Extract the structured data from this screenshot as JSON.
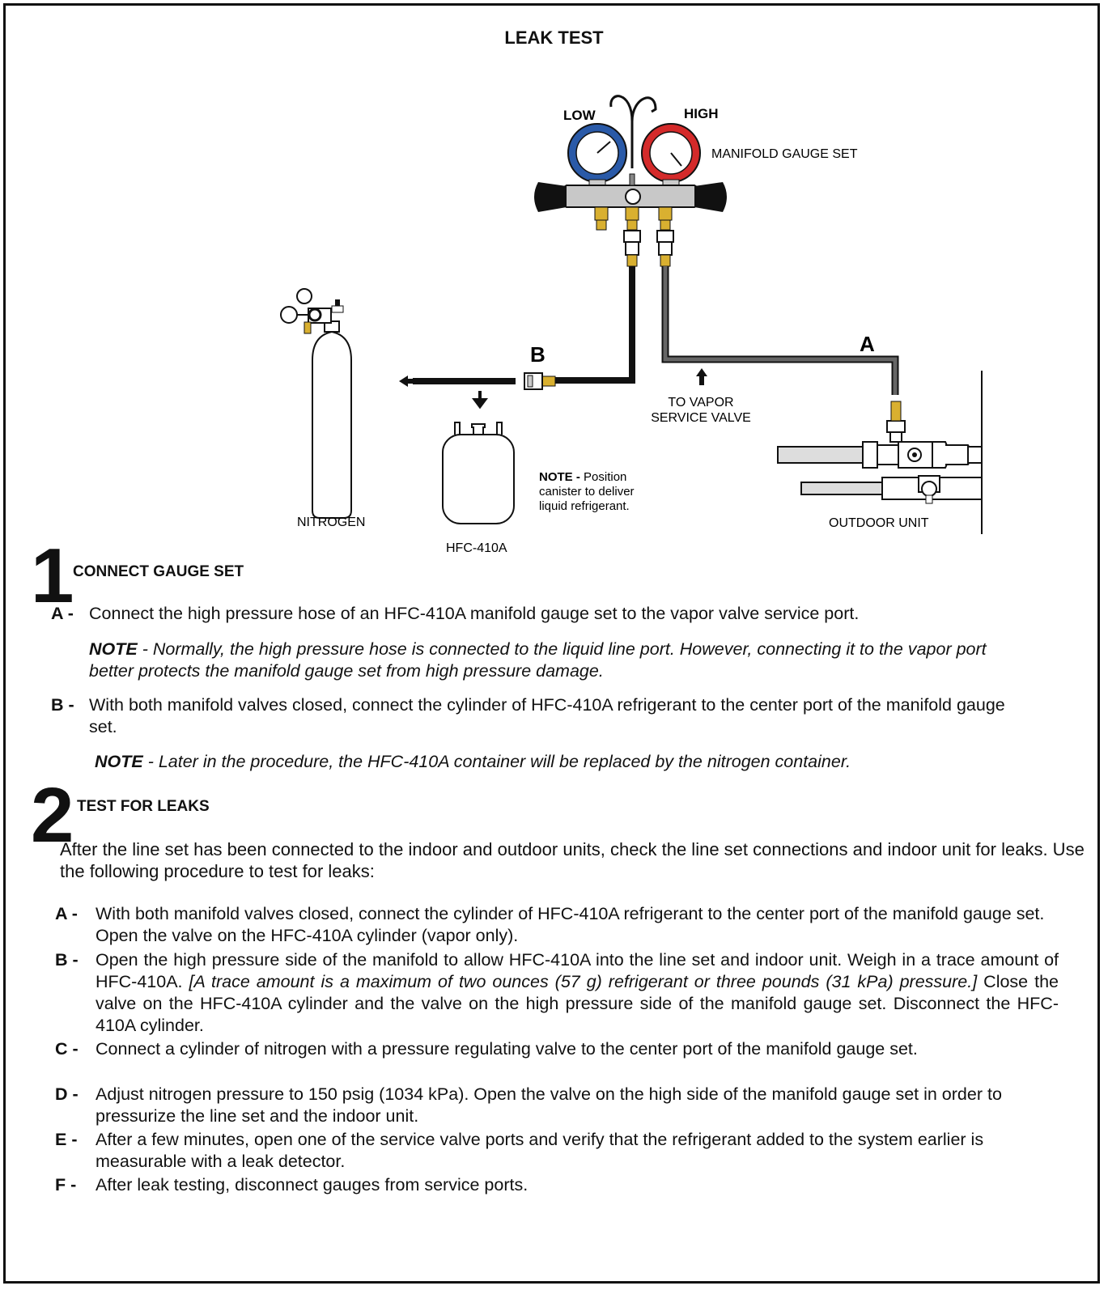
{
  "title": "LEAK TEST",
  "diagram": {
    "low_label": "LOW",
    "high_label": "HIGH",
    "manifold_label": "MANIFOLD GAUGE SET",
    "label_a": "A",
    "label_b": "B",
    "to_vapor_line1": "TO VAPOR",
    "to_vapor_line2": "SERVICE VALVE",
    "nitrogen_label": "NITROGEN",
    "hfc_label": "HFC-410A",
    "note_bold": "NOTE  -",
    "note_line1": " Position",
    "note_line2": "canister to deliver",
    "note_line3": "liquid refrigerant.",
    "outdoor_label": "OUTDOOR UNIT",
    "colors": {
      "low_gauge": "#2a5aa8",
      "high_gauge": "#d42a2a",
      "hose": "#111111",
      "hose_high": "#555555"
    }
  },
  "step1": {
    "number": "1",
    "title": "CONNECT GAUGE SET",
    "a_letter": "A -",
    "a_text": "Connect the high pressure hose of an HFC-410A manifold gauge set to the vapor valve service port.",
    "a_note_bold": "NOTE",
    "a_note_text": " - Normally, the high pressure hose is connected to the liquid line port. However, connecting it to the vapor port better protects the manifold gauge set from high pressure damage.",
    "b_letter": "B -",
    "b_text": "With both manifold valves closed, connect the cylinder of HFC-410A refrigerant to the center port of the manifold gauge set.",
    "b_note_bold": "NOTE",
    "b_note_text": " - Later in the procedure, the HFC-410A container will be replaced by the nitrogen container."
  },
  "step2": {
    "number": "2",
    "title": "TEST FOR LEAKS",
    "intro": "After the line set has been connected to the indoor and outdoor units, check the line set connections and indoor unit for leaks. Use the following procedure to test for leaks:",
    "a_letter": "A -",
    "a_text": "With both manifold valves closed, connect the cylinder of HFC-410A refrigerant to the center port of the manifold gauge set. Open the valve on the HFC-410A cylinder (vapor only).",
    "b_letter": "B -",
    "b_text1": "Open the high pressure side of the manifold to allow HFC-410A into the line set and indoor unit. Weigh in a trace amount of HFC-410A. ",
    "b_text_italic": "[A trace amount is a maximum of two ounces (57 g) refrigerant or three pounds (31 kPa) pressure.]",
    "b_text2": " Close the valve on the HFC-410A cylinder and the valve on the high pressure side of the manifold gauge set. Disconnect the HFC-410A cylinder.",
    "c_letter": "C -",
    "c_text": "Connect a cylinder of nitrogen with a pressure regulating valve to the center port of the manifold gauge set.",
    "d_letter": "D -",
    "d_text": "Adjust nitrogen pressure to 150 psig (1034 kPa). Open the valve on the high side of the manifold gauge set in order to pressurize the line set and the indoor unit.",
    "e_letter": "E -",
    "e_text": "After a few minutes, open one of the service valve ports and verify that the refrigerant added to the system earlier is measurable with a leak detector.",
    "f_letter": "F -",
    "f_text": "After leak testing, disconnect gauges from service ports."
  }
}
